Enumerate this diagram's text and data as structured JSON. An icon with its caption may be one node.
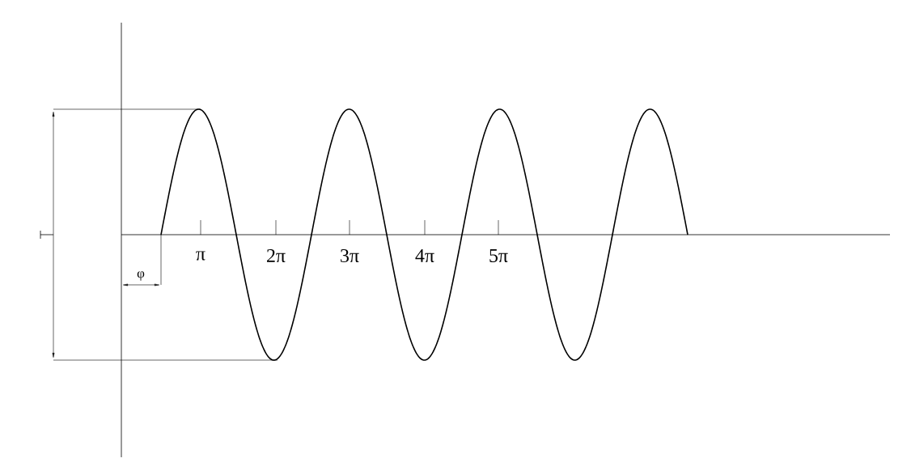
{
  "diagram": {
    "labels": [
      "π",
      "2π",
      "3π",
      "4π",
      "5π",
      "φ"
    ]
  }
}
